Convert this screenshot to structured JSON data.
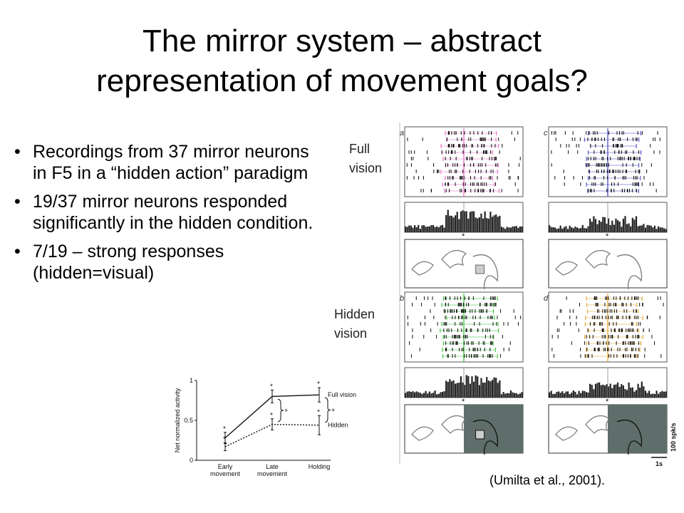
{
  "slide": {
    "title_line1": "The mirror system – abstract",
    "title_line2": "representation of movement goals?",
    "bullets": [
      "Recordings from 37 mirror neurons in F5 in a “hidden action” paradigm",
      "19/37 mirror neurons responded significantly in the hidden condition.",
      "7/19 – strong responses (hidden=visual)"
    ],
    "label_full_line1": "Full",
    "label_full_line2": "vision",
    "label_hidden_line1": "Hidden",
    "label_hidden_line2": "vision",
    "citation": "(Umilta et al., 2001)."
  },
  "figure": {
    "panel_letters": [
      "a",
      "c",
      "b",
      "d"
    ],
    "scale_vertical": "100 spk/s",
    "scale_horizontal": "1s",
    "panel_colors": [
      "#e060c0",
      "#4040c0",
      "#30c030",
      "#e0a020"
    ],
    "screen_color": "#5f6e6a"
  },
  "chart_data": {
    "type": "line",
    "ylabel": "Net normalized activity",
    "categories": [
      "Early movement",
      "Late movement",
      "Holding"
    ],
    "category_lines": [
      [
        "Early",
        "movement"
      ],
      [
        "Late",
        "movement"
      ],
      [
        "Holding"
      ]
    ],
    "yticks": [
      "0",
      "0.5",
      "1"
    ],
    "ylim": [
      0,
      1
    ],
    "series": [
      {
        "name": "Full vision",
        "values": [
          0.28,
          0.8,
          0.82
        ],
        "err": [
          0.07,
          0.08,
          0.09
        ],
        "style": "solid"
      },
      {
        "name": "Hidden",
        "values": [
          0.17,
          0.45,
          0.44
        ],
        "err": [
          0.05,
          0.07,
          0.12
        ],
        "style": "dotted"
      }
    ],
    "star": "*",
    "plus": "+"
  }
}
